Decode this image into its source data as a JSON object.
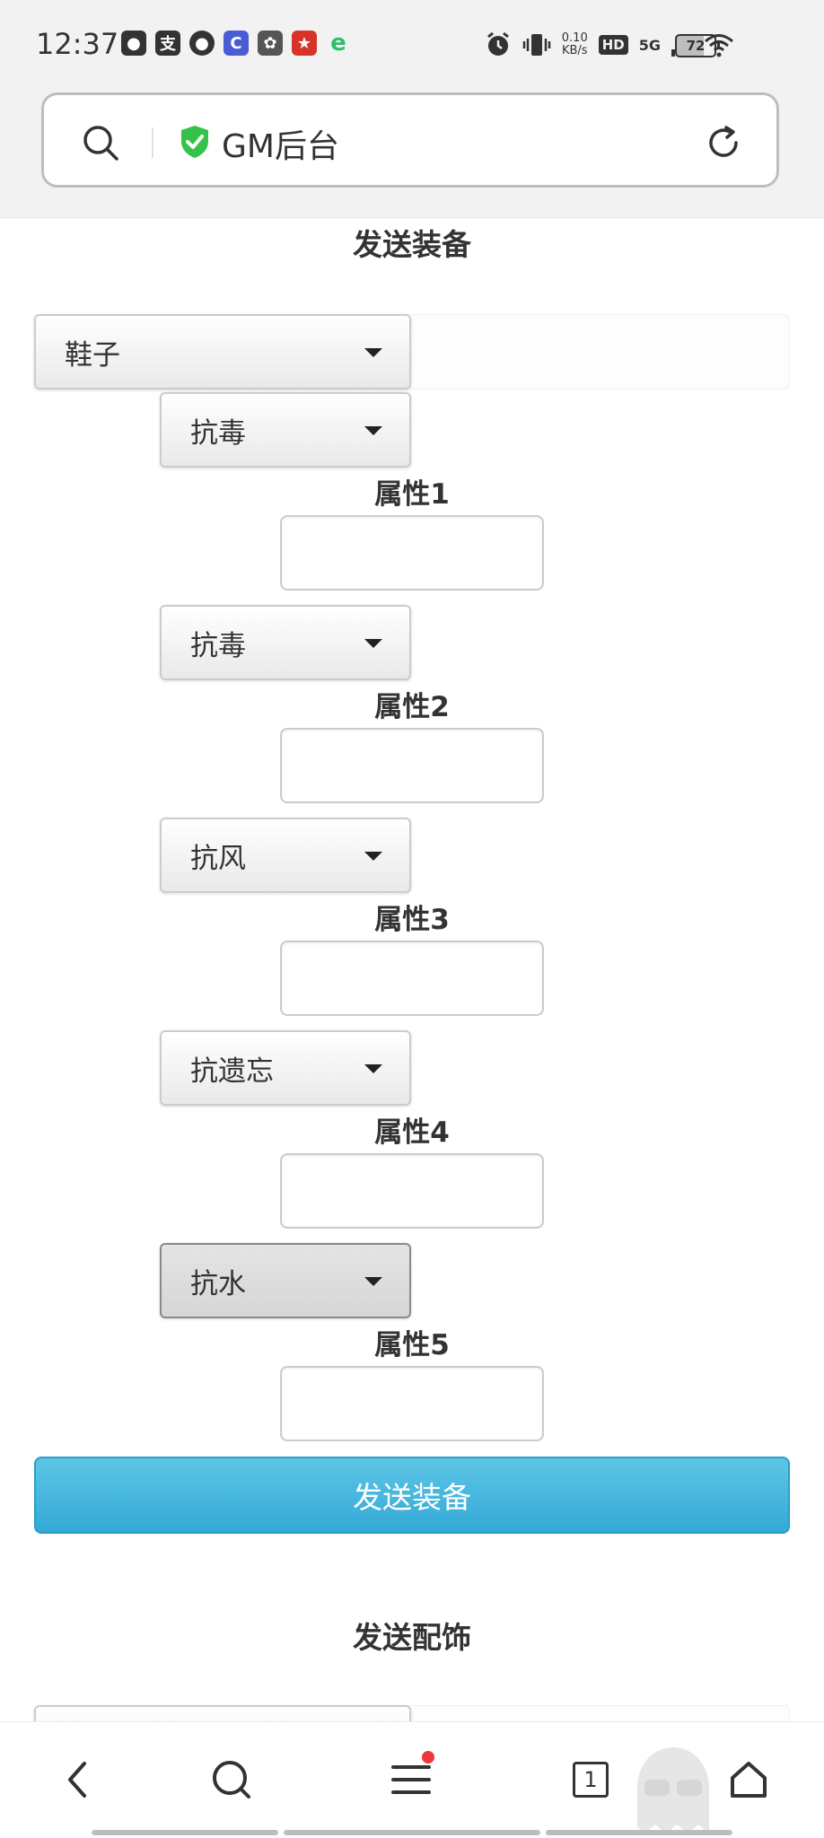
{
  "status_bar": {
    "time": "12:37",
    "apps": [
      {
        "icon": "qq-icon",
        "glyph": "●",
        "color": "#333333"
      },
      {
        "icon": "alipay-icon",
        "glyph": "支",
        "color": "#333333"
      },
      {
        "icon": "chat-bubble-icon",
        "glyph": "●",
        "color": "#333333"
      },
      {
        "icon": "canva-app-icon",
        "glyph": "C",
        "color": "#4a5bd6"
      },
      {
        "icon": "panda-app-icon",
        "glyph": "✿",
        "color": "#555555"
      },
      {
        "icon": "game-app-icon",
        "glyph": "★",
        "color": "#d6342b"
      },
      {
        "icon": "browser-app-icon",
        "glyph": "e",
        "color": "#2dbf6a"
      }
    ],
    "net_speed_value": "0.10",
    "net_speed_unit": "KB/s",
    "hd_label": "HD",
    "network_label": "5G",
    "battery_level": "72"
  },
  "browser": {
    "page_title": "GM后台"
  },
  "form": {
    "section_title": "发送装备",
    "item_type": "鞋子",
    "attributes": [
      {
        "type": "抗毒",
        "label": "属性1",
        "value": ""
      },
      {
        "type": "抗毒",
        "label": "属性2",
        "value": ""
      },
      {
        "type": "抗风",
        "label": "属性3",
        "value": ""
      },
      {
        "type": "抗遗忘",
        "label": "属性4",
        "value": ""
      },
      {
        "type": "抗水",
        "label": "属性5",
        "value": ""
      }
    ],
    "submit_label": "发送装备"
  },
  "next_section": {
    "title": "发送配饰"
  },
  "bottom_nav": {
    "tabs_count": "1",
    "items": [
      "back-icon",
      "search-icon",
      "menu-icon",
      "tabs-icon",
      "home-icon"
    ]
  }
}
